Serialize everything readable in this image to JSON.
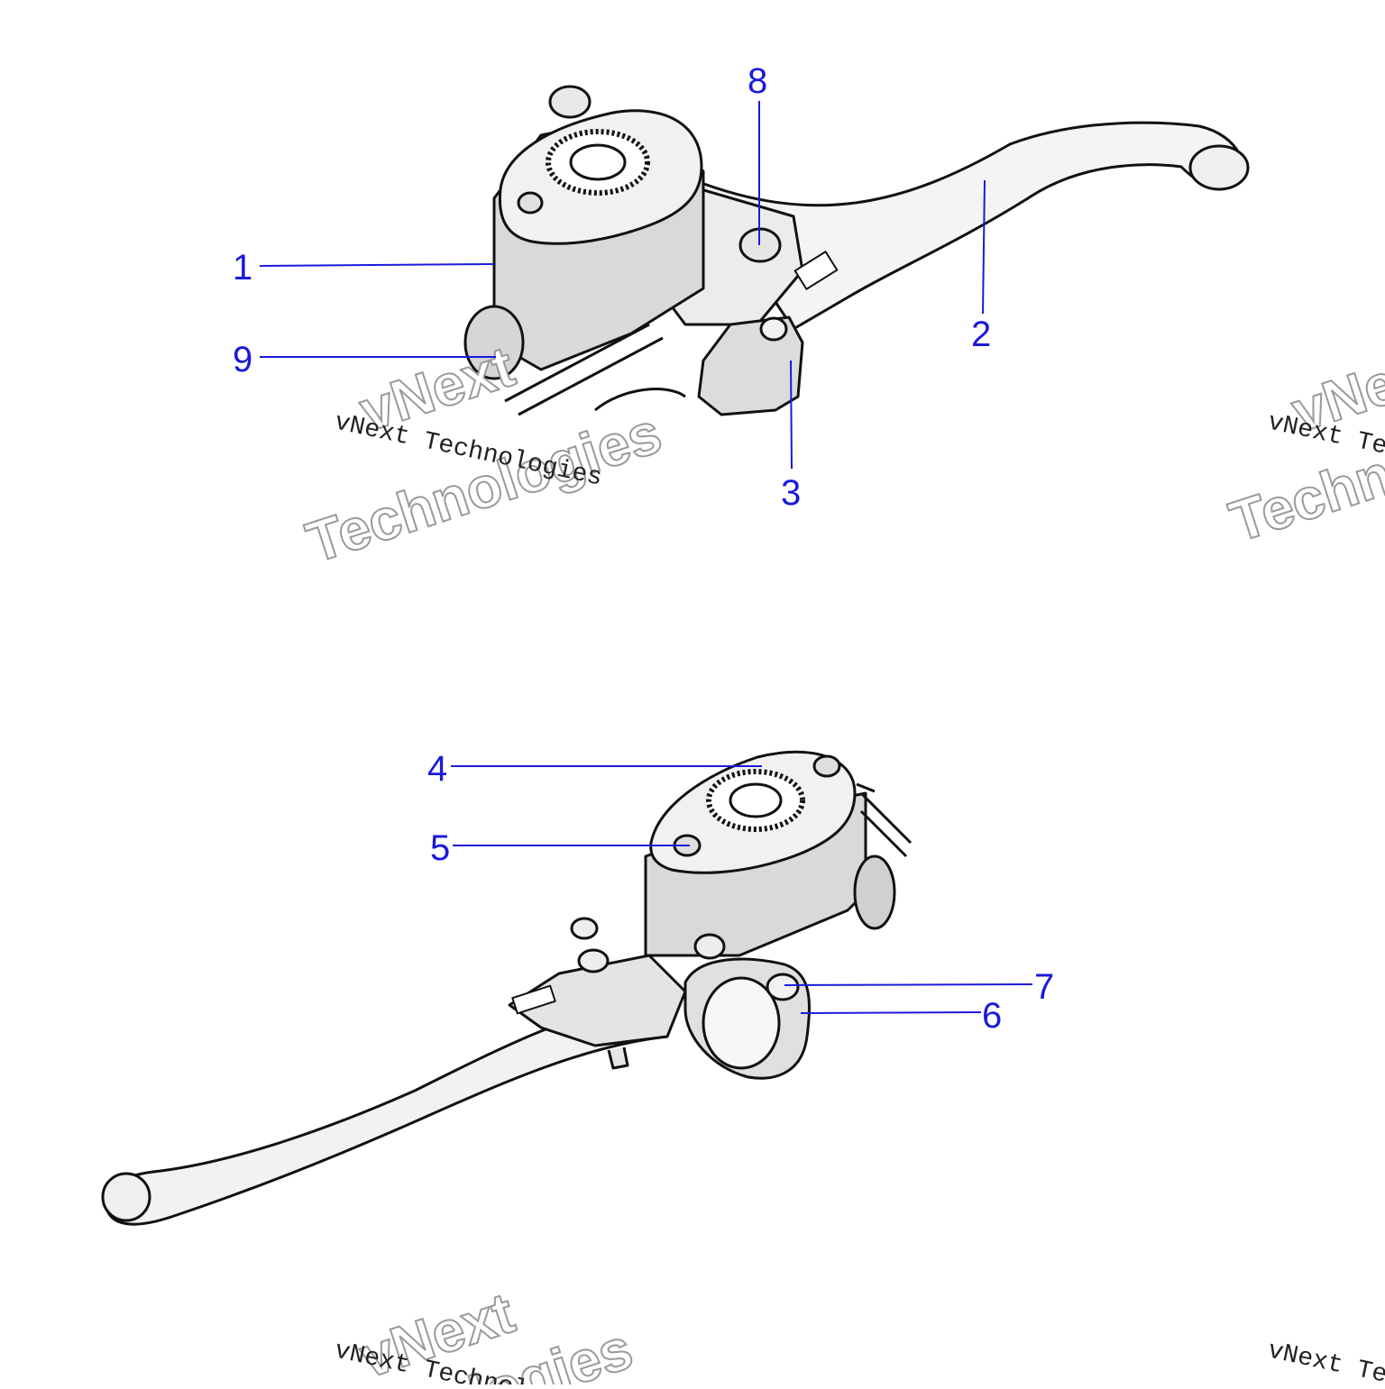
{
  "accent_color": "#1a1adb",
  "watermark": {
    "line_small": "vNext Technologies",
    "big_word_1": "vNext",
    "big_word_2": "Technologies",
    "big_prefix_1": "vNe",
    "big_prefix_2": "Techno",
    "small_prefix": "vNext Te",
    "small_prefix_bottom": "vNext Te",
    "small_partial": "vNext Technolo",
    "big_partial": "vNext",
    "big_partial_2": "logies"
  },
  "callouts": [
    {
      "id": "callout-1",
      "label": "1"
    },
    {
      "id": "callout-2",
      "label": "2"
    },
    {
      "id": "callout-3",
      "label": "3"
    },
    {
      "id": "callout-4",
      "label": "4"
    },
    {
      "id": "callout-5",
      "label": "5"
    },
    {
      "id": "callout-6",
      "label": "6"
    },
    {
      "id": "callout-7",
      "label": "7"
    },
    {
      "id": "callout-8",
      "label": "8"
    },
    {
      "id": "callout-9",
      "label": "9"
    }
  ]
}
